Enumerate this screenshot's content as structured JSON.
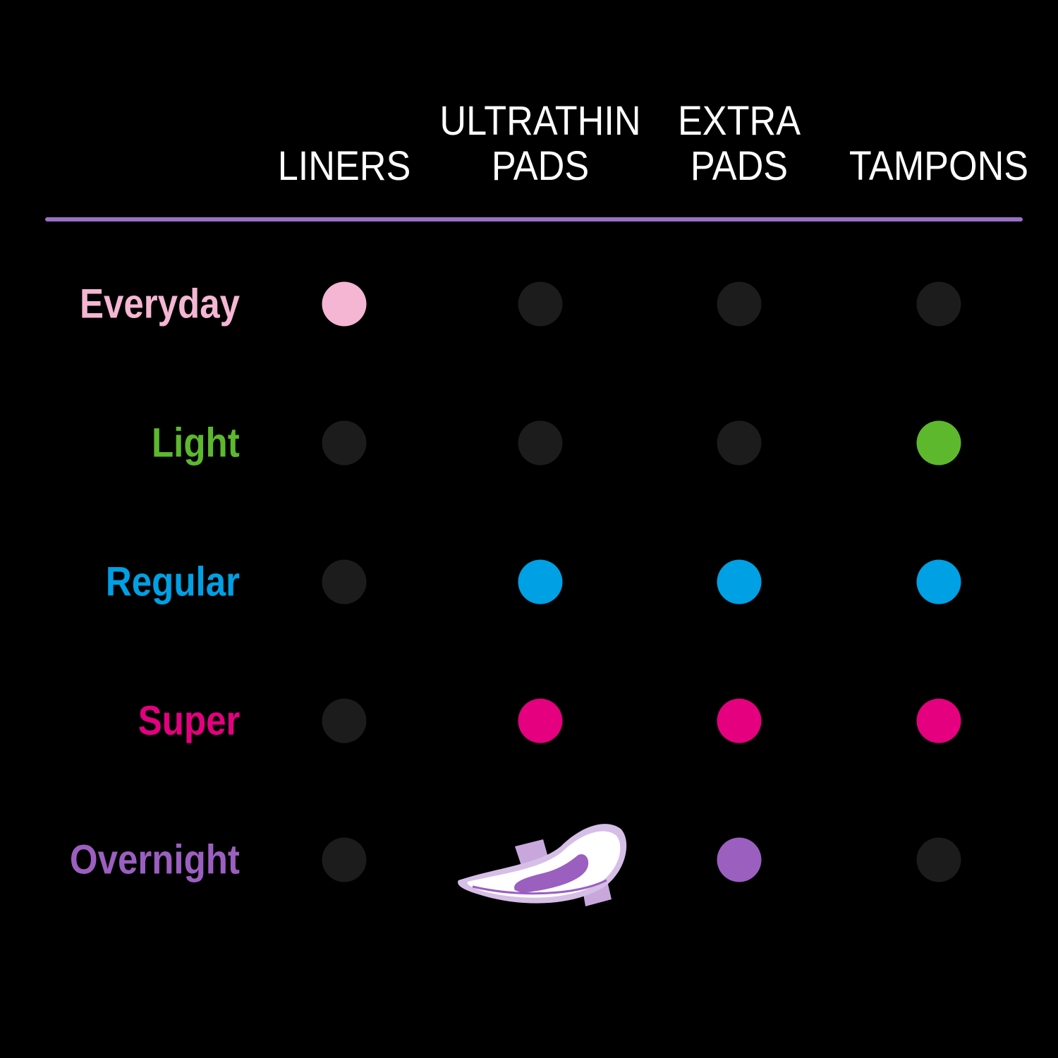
{
  "chart_data": {
    "type": "table",
    "columns": [
      "LINERS",
      "ULTRATHIN PADS",
      "EXTRA PADS",
      "TAMPONS"
    ],
    "column_lines": [
      [
        "LINERS"
      ],
      [
        "ULTRATHIN",
        "PADS"
      ],
      [
        "EXTRA",
        "PADS"
      ],
      [
        "TAMPONS"
      ]
    ],
    "rows": [
      {
        "label": "Everyday",
        "color": "#f4b6d2",
        "cells": [
          true,
          false,
          false,
          false
        ]
      },
      {
        "label": "Light",
        "color": "#5db82e",
        "cells": [
          false,
          false,
          false,
          true
        ]
      },
      {
        "label": "Regular",
        "color": "#00a0e4",
        "cells": [
          false,
          true,
          true,
          true
        ]
      },
      {
        "label": "Super",
        "color": "#e4007f",
        "cells": [
          false,
          true,
          true,
          true
        ]
      },
      {
        "label": "Overnight",
        "color": "#9b5fc0",
        "cells": [
          false,
          "pad-icon",
          true,
          false
        ]
      }
    ],
    "off_color": "#1c1c1c",
    "rule_color": "#9b6fc6"
  }
}
